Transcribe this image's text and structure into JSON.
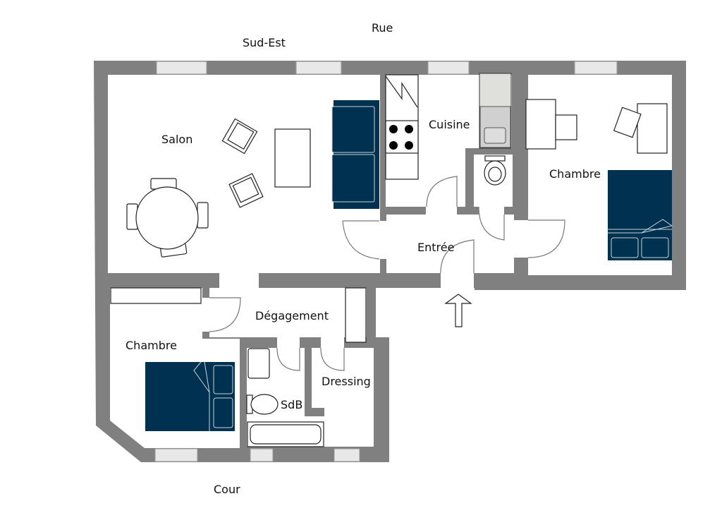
{
  "orientation": {
    "street": "Rue",
    "exposure": "Sud-Est",
    "courtyard": "Cour"
  },
  "rooms": {
    "salon": "Salon",
    "cuisine": "Cuisine",
    "chambre_1": "Chambre",
    "entree": "Entrée",
    "degagement": "Dégagement",
    "chambre_2": "Chambre",
    "sdb": "SdB",
    "dressing": "Dressing"
  },
  "colors": {
    "wall": "#808080",
    "furniture_accent": "#003150",
    "background": "#ffffff"
  }
}
